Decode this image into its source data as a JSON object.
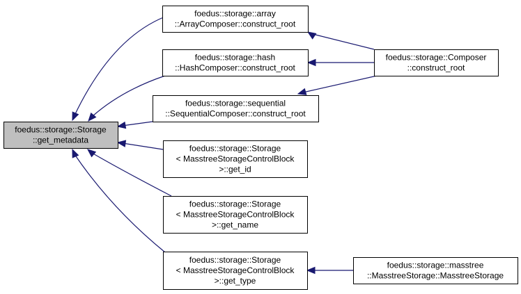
{
  "colors": {
    "focus_fill": "#bfbfbf",
    "node_fill": "#ffffff",
    "node_stroke": "#000000",
    "edge": "#191970"
  },
  "nodes": [
    {
      "id": "storage-get-metadata",
      "lines": [
        "foedus::storage::Storage",
        "::get_metadata"
      ],
      "focus": true
    },
    {
      "id": "array-construct-root",
      "lines": [
        "foedus::storage::array",
        "::ArrayComposer::construct_root"
      ]
    },
    {
      "id": "hash-construct-root",
      "lines": [
        "foedus::storage::hash",
        "::HashComposer::construct_root"
      ]
    },
    {
      "id": "sequential-construct-root",
      "lines": [
        "foedus::storage::sequential",
        "::SequentialComposer::construct_root"
      ]
    },
    {
      "id": "composer-construct-root",
      "lines": [
        "foedus::storage::Composer",
        "::construct_root"
      ]
    },
    {
      "id": "masstree-get-id",
      "lines": [
        "foedus::storage::Storage",
        "< MasstreeStorageControlBlock",
        " >::get_id"
      ]
    },
    {
      "id": "masstree-get-name",
      "lines": [
        "foedus::storage::Storage",
        "< MasstreeStorageControlBlock",
        " >::get_name"
      ]
    },
    {
      "id": "masstree-get-type",
      "lines": [
        "foedus::storage::Storage",
        "< MasstreeStorageControlBlock",
        " >::get_type"
      ]
    },
    {
      "id": "masstree-storage-ctor",
      "lines": [
        "foedus::storage::masstree",
        "::MasstreeStorage::MasstreeStorage"
      ]
    }
  ],
  "edges": [
    {
      "from": "array-construct-root",
      "to": "storage-get-metadata"
    },
    {
      "from": "hash-construct-root",
      "to": "storage-get-metadata"
    },
    {
      "from": "sequential-construct-root",
      "to": "storage-get-metadata"
    },
    {
      "from": "masstree-get-id",
      "to": "storage-get-metadata"
    },
    {
      "from": "masstree-get-name",
      "to": "storage-get-metadata"
    },
    {
      "from": "masstree-get-type",
      "to": "storage-get-metadata"
    },
    {
      "from": "composer-construct-root",
      "to": "array-construct-root"
    },
    {
      "from": "composer-construct-root",
      "to": "hash-construct-root"
    },
    {
      "from": "composer-construct-root",
      "to": "sequential-construct-root"
    },
    {
      "from": "masstree-storage-ctor",
      "to": "masstree-get-type"
    }
  ]
}
